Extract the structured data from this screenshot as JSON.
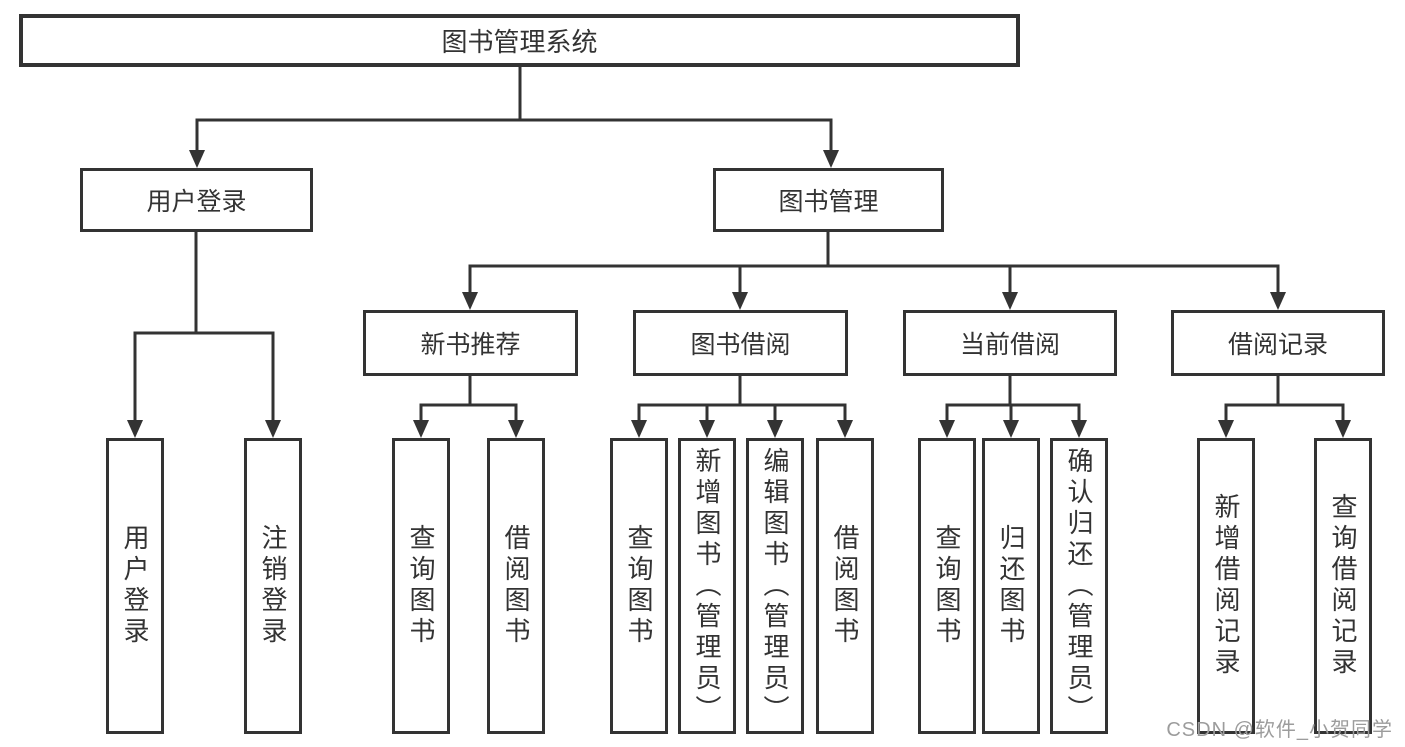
{
  "diagram": {
    "background": "#ffffff",
    "line_color": "#333333",
    "text_color": "#333333",
    "watermark": {
      "text": "CSDN @软件_小贺同学",
      "color": "#9c9c9c"
    },
    "tree": {
      "label": "图书管理系统",
      "children": [
        {
          "label": "用户登录",
          "children": [
            {
              "label": "用户登录"
            },
            {
              "label": "注销登录"
            }
          ]
        },
        {
          "label": "图书管理",
          "children": [
            {
              "label": "新书推荐",
              "children": [
                {
                  "label": "查询图书"
                },
                {
                  "label": "借阅图书"
                }
              ]
            },
            {
              "label": "图书借阅",
              "children": [
                {
                  "label": "查询图书"
                },
                {
                  "label": "新增图书（管理员）"
                },
                {
                  "label": "编辑图书（管理员）"
                },
                {
                  "label": "借阅图书"
                }
              ]
            },
            {
              "label": "当前借阅",
              "children": [
                {
                  "label": "查询图书"
                },
                {
                  "label": "归还图书"
                },
                {
                  "label": "确认归还（管理员）"
                }
              ]
            },
            {
              "label": "借阅记录",
              "children": [
                {
                  "label": "新增借阅记录"
                },
                {
                  "label": "查询借阅记录"
                }
              ]
            }
          ]
        }
      ]
    }
  }
}
